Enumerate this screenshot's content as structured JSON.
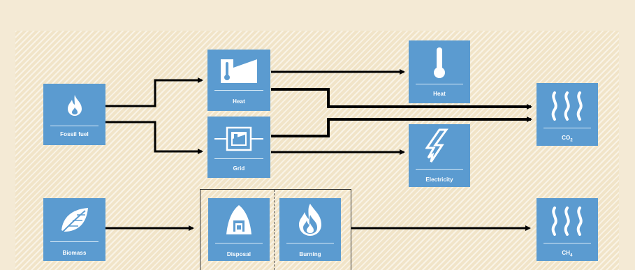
{
  "nodes": {
    "fossil_fuel": {
      "label": "Fossil fuel",
      "icon": "flame-icon"
    },
    "heat_plant": {
      "label": "Heat",
      "icon": "thermometer-building-icon"
    },
    "grid": {
      "label": "Grid",
      "icon": "grid-substation-icon"
    },
    "heat_out": {
      "label": "Heat",
      "icon": "thermometer-icon"
    },
    "electricity": {
      "label": "Electricity",
      "icon": "lightning-icon"
    },
    "co2": {
      "label_main": "CO",
      "label_sub": "2",
      "icon": "gas-wave-icon"
    },
    "biomass": {
      "label": "Biomass",
      "icon": "leaf-icon"
    },
    "disposal": {
      "label": "Disposal",
      "icon": "landfill-icon"
    },
    "burning": {
      "label": "Burning",
      "icon": "fire-icon"
    },
    "ch4": {
      "label_main": "CH",
      "label_sub": "4",
      "icon": "gas-wave-icon"
    }
  },
  "colors": {
    "box": "#5b9bd0",
    "arrow": "#000000",
    "background": "#f4ead5"
  }
}
